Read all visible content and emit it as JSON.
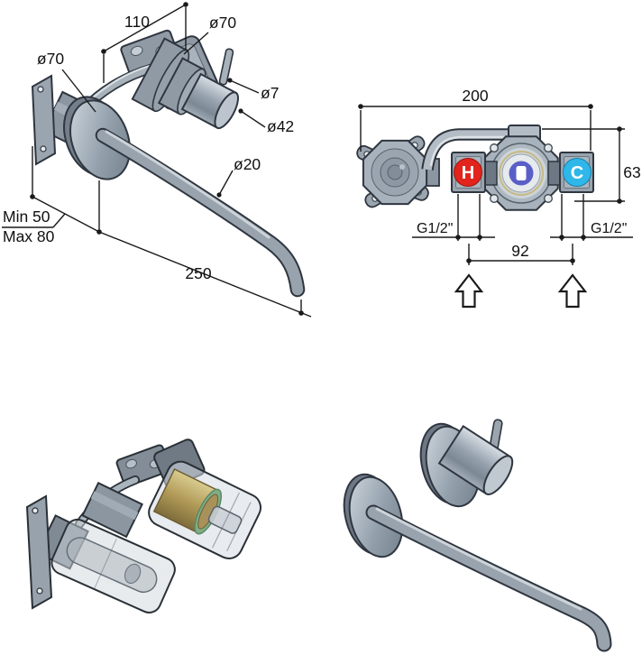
{
  "colors": {
    "hot": "#e2241c",
    "cold": "#2fb7ea",
    "mixer_cap": "#5a5fc7",
    "brass_cartridge": "#b19a58",
    "metal": "#93a0ac",
    "line": "#1a1a1a"
  },
  "iso_view": {
    "dims": {
      "bracket_spacing": "110",
      "escutcheon_diameter": "ø70",
      "rosette_diameter": "ø70",
      "pin_diameter": "ø7",
      "handle_diameter": "ø42",
      "spout_diameter": "ø20",
      "wall_depth_min": "Min 50",
      "wall_depth_max": "Max 80",
      "spout_length": "250"
    }
  },
  "rear_view": {
    "dims": {
      "overall_width": "200",
      "body_height": "63",
      "inlet_spacing": "92",
      "thread_size_left": "G1/2\"",
      "thread_size_right": "G1/2\""
    },
    "ports": {
      "hot_label": "H",
      "cold_label": "C"
    }
  }
}
